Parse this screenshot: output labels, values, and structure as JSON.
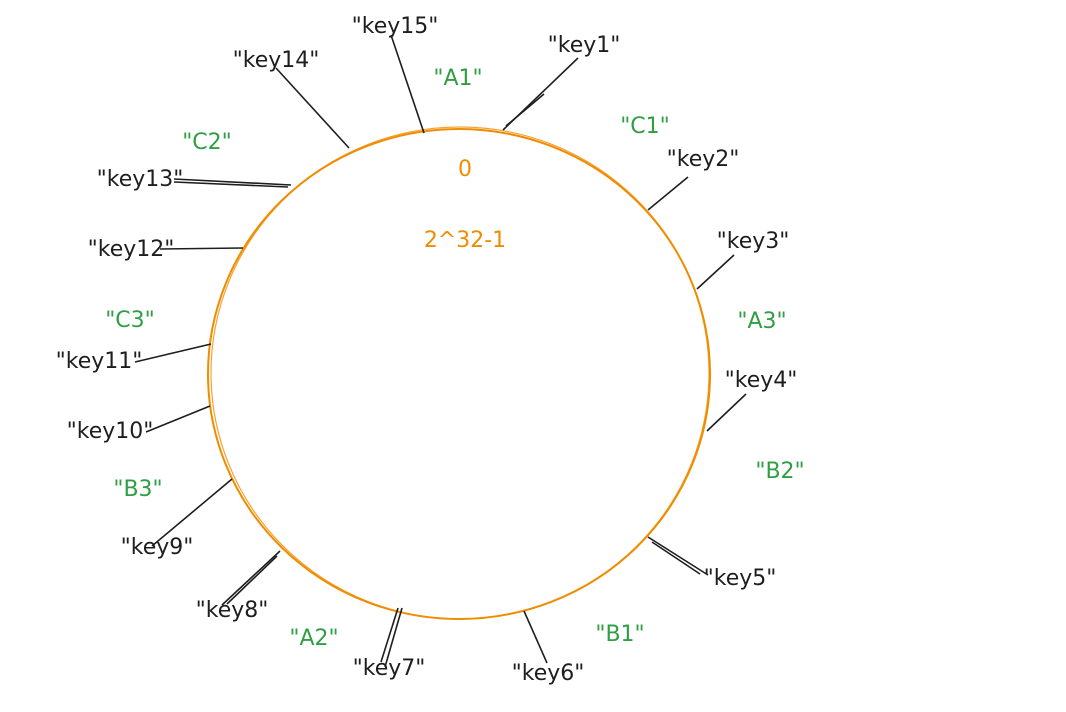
{
  "colors": {
    "ring": "#f08c00",
    "node": "#2f9e44",
    "key": "#1e1e1e",
    "background": "#ffffff"
  },
  "ring": {
    "start_label": "0",
    "end_label": "2^32-1"
  },
  "keys": [
    "\"key1\"",
    "\"key2\"",
    "\"key3\"",
    "\"key4\"",
    "\"key5\"",
    "\"key6\"",
    "\"key7\"",
    "\"key8\"",
    "\"key9\"",
    "\"key10\"",
    "\"key11\"",
    "\"key12\"",
    "\"key13\"",
    "\"key14\"",
    "\"key15\""
  ],
  "nodes": [
    "\"A1\"",
    "\"C1\"",
    "\"A3\"",
    "\"B2\"",
    "\"B1\"",
    "\"A2\"",
    "\"B3\"",
    "\"C3\"",
    "\"C2\""
  ]
}
